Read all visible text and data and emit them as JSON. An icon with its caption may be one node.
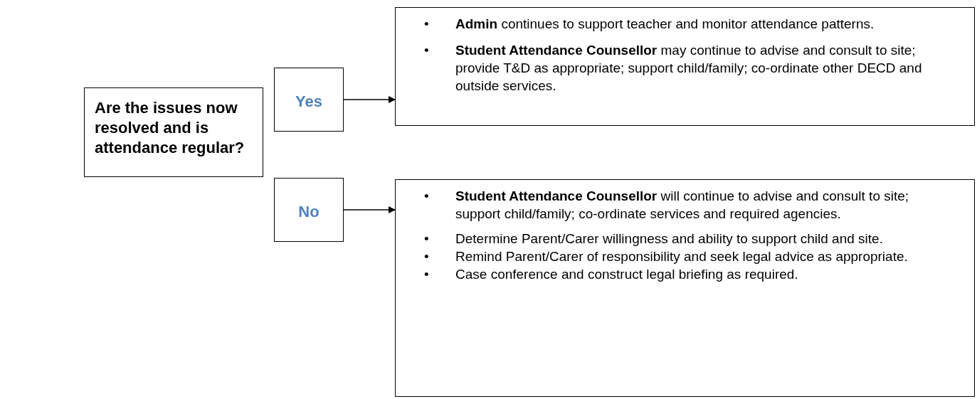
{
  "diagram": {
    "nodes": [
      {
        "text": [
          "Are the issues now resolved and is attendance regular?"
        ]
      },
      {
        "text": [
          "Yes"
        ]
      },
      {
        "text": [
          "**Admin** continues to support teacher and monitor attendance patterns.",
          "**Student Attendance Counsellor** may continue to advise and consult to site; provide T&D as appropriate; support child/family; co-ordinate other DECD and outside services."
        ]
      },
      {
        "text": [
          "No"
        ]
      },
      {
        "text": [
          "**Student Attendance Counsellor** will continue to advise and consult to site; support child/family; co-ordinate services and required agencies.",
          "Determine Parent/Carer willingness and ability to support child and site.",
          "Remind Parent/Carer of responsibility and seek legal advice as appropriate.",
          "Case conference and construct legal briefing as required."
        ]
      }
    ],
    "edges": [
      {
        "from": 1,
        "to": 2,
        "arrow": "to"
      },
      {
        "from": 3,
        "to": 4,
        "arrow": "to"
      }
    ],
    "labels": [
      "•",
      "•",
      "•",
      "•",
      "•",
      "•"
    ]
  }
}
